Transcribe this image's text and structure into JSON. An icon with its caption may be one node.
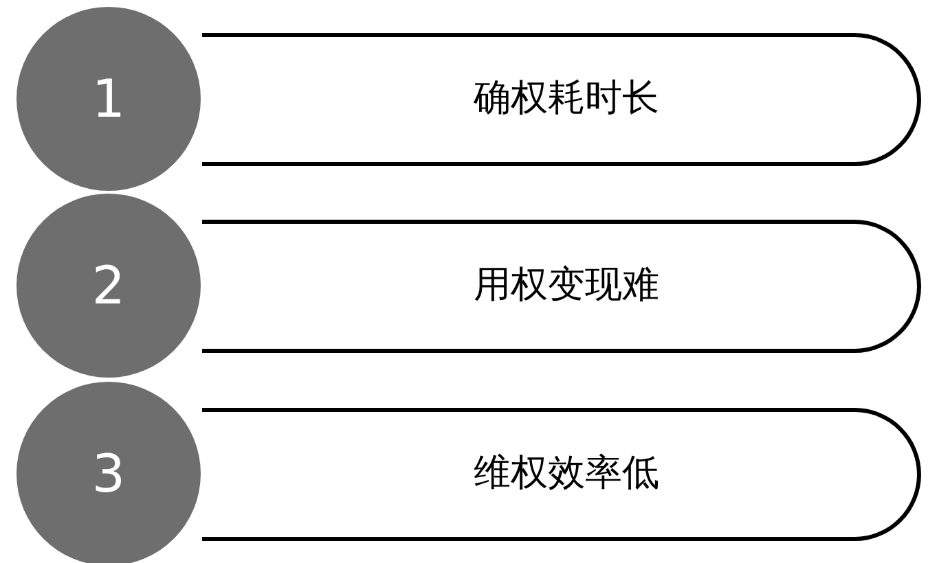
{
  "diagram": {
    "nodes": [
      {
        "text": [
          "1"
        ]
      },
      {
        "text": [
          "确权耗时长"
        ]
      },
      {
        "text": [
          "2"
        ]
      },
      {
        "text": [
          "用权变现难"
        ]
      },
      {
        "text": [
          "3"
        ]
      },
      {
        "text": [
          "维权效率低"
        ]
      }
    ]
  }
}
